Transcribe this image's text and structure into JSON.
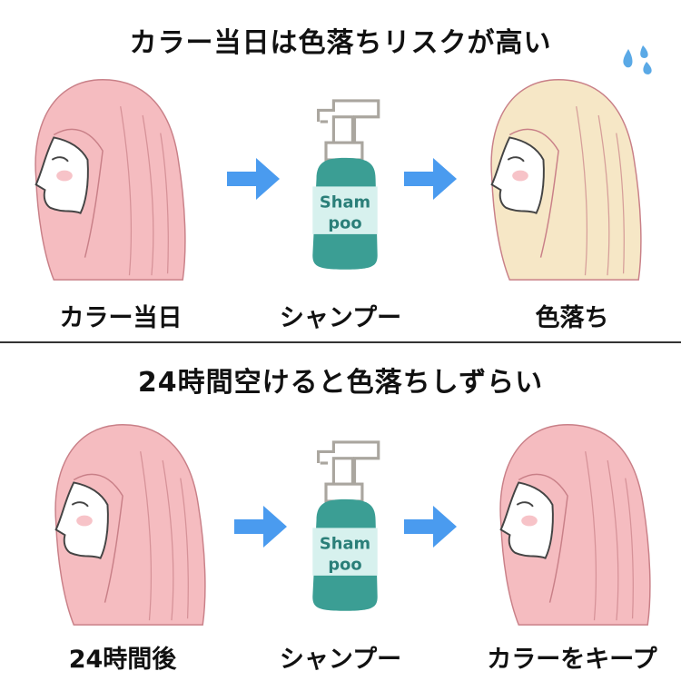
{
  "section_before": {
    "title": "カラー当日は色落ちリスクが高い",
    "steps": [
      {
        "label": "カラー当日",
        "hair_color": "#f5bcc0"
      },
      {
        "label": "シャンプー",
        "bottle_text": [
          "Sham",
          "poo"
        ]
      },
      {
        "label": "色落ち",
        "hair_color": "#f6e7c6"
      }
    ]
  },
  "section_after": {
    "title": "24時間空けると色落ちしずらい",
    "steps": [
      {
        "label": "24時間後",
        "hair_color": "#f5bcc0"
      },
      {
        "label": "シャンプー",
        "bottle_text": [
          "Sham",
          "poo"
        ]
      },
      {
        "label": "カラーをキープ",
        "hair_color": "#f5bcc0"
      }
    ]
  },
  "colors": {
    "arrow": "#4a9bef",
    "bottle": "#3b9e94",
    "bottle_label": "#d7f1ee",
    "sweat": "#5aa9e6"
  }
}
